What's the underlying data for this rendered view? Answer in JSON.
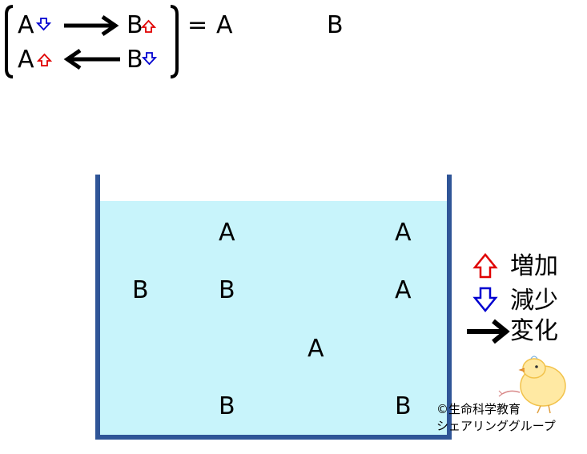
{
  "equation": {
    "top_left": "A",
    "top_right": "B",
    "bottom_left": "A",
    "bottom_right": "B",
    "equals": "=",
    "result_a": "A",
    "result_b": "B"
  },
  "container": {
    "liquid_color": "#c8f4fb",
    "wall_color": "#2f5597",
    "particles": [
      "A",
      "A",
      "B",
      "B",
      "A",
      "A",
      "B",
      "B"
    ]
  },
  "legend": {
    "increase": "増加",
    "decrease": "減少",
    "change": "変化",
    "increase_color": "#e00000",
    "decrease_color": "#0000d0"
  },
  "credit": {
    "line1": "©生命科学教育",
    "line2": "シェアリンググループ"
  }
}
